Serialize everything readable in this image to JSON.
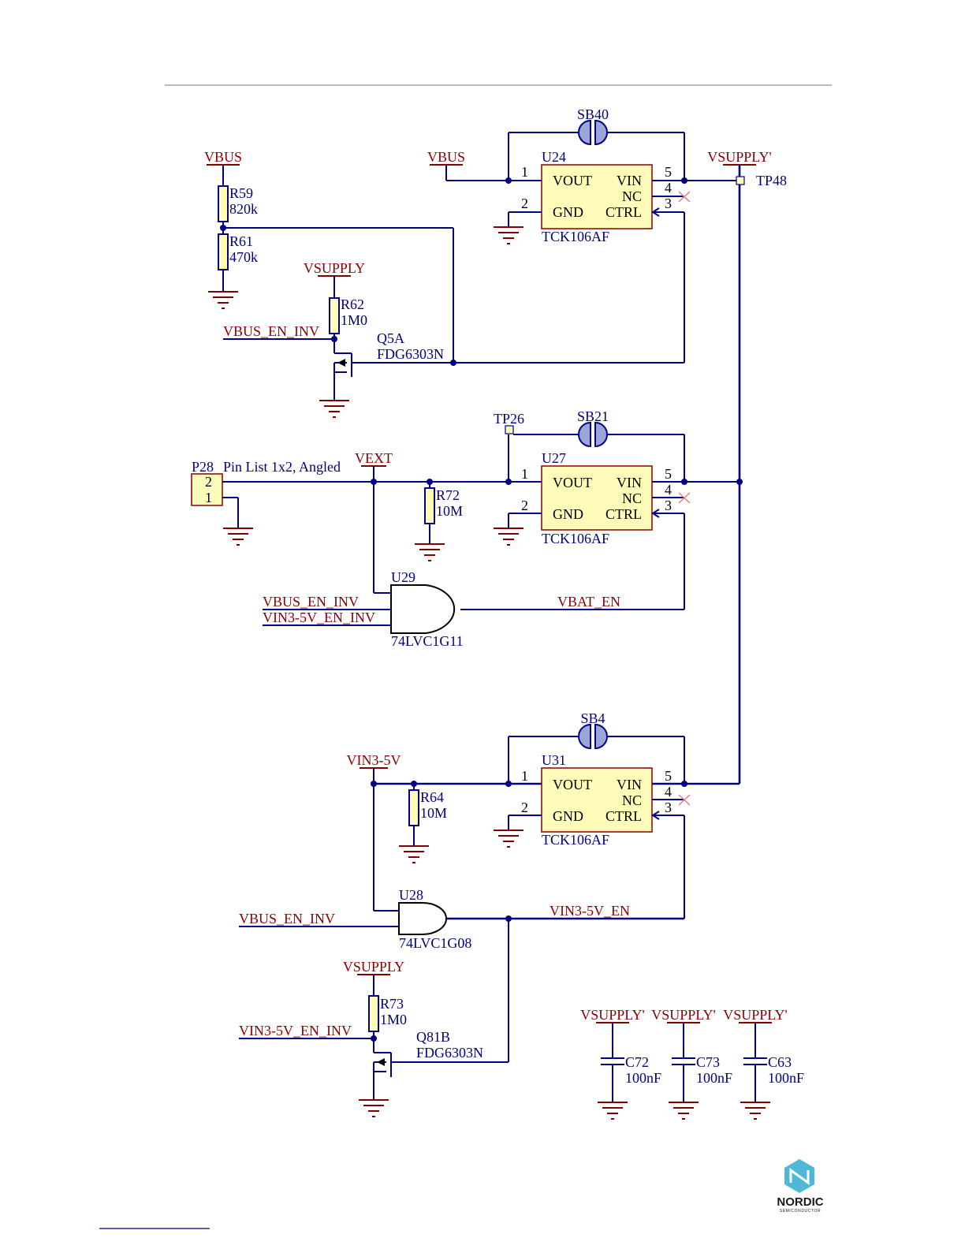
{
  "nets": {
    "vbus_1": "VBUS",
    "vbus_2": "VBUS",
    "vsupply_1": "VSUPPLY",
    "vsupply_2": "VSUPPLY",
    "vsupply_p_top": "VSUPPLY'",
    "vsupply_p_c72": "VSUPPLY'",
    "vsupply_p_c73": "VSUPPLY'",
    "vsupply_p_c63": "VSUPPLY'",
    "vext": "VEXT",
    "vin35": "VIN3-5V",
    "vbus_en_inv_1": "VBUS_EN_INV",
    "vbus_en_inv_2": "VBUS_EN_INV",
    "vbus_en_inv_3": "VBUS_EN_INV",
    "vin35_en_inv_1": "VIN3-5V_EN_INV",
    "vin35_en_inv_2": "VIN3-5V_EN_INV",
    "vbat_en": "VBAT_EN",
    "vin35_en": "VIN3-5V_EN"
  },
  "regulators": [
    {
      "ref": "U24",
      "part": "TCK106AF",
      "pin_vout": "VOUT",
      "pin_vin": "VIN",
      "pin_nc": "NC",
      "pin_gnd": "GND",
      "pin_ctrl": "CTRL",
      "n1": "1",
      "n2": "2",
      "n3": "3",
      "n4": "4",
      "n5": "5"
    },
    {
      "ref": "U27",
      "part": "TCK106AF",
      "pin_vout": "VOUT",
      "pin_vin": "VIN",
      "pin_nc": "NC",
      "pin_gnd": "GND",
      "pin_ctrl": "CTRL",
      "n1": "1",
      "n2": "2",
      "n3": "3",
      "n4": "4",
      "n5": "5"
    },
    {
      "ref": "U31",
      "part": "TCK106AF",
      "pin_vout": "VOUT",
      "pin_vin": "VIN",
      "pin_nc": "NC",
      "pin_gnd": "GND",
      "pin_ctrl": "CTRL",
      "n1": "1",
      "n2": "2",
      "n3": "3",
      "n4": "4",
      "n5": "5"
    }
  ],
  "jumpers": {
    "sb40": "SB40",
    "sb21": "SB21",
    "sb4": "SB4"
  },
  "testpoints": {
    "tp48": "TP48",
    "tp26": "TP26"
  },
  "resistors": {
    "r59": {
      "ref": "R59",
      "value": "820k"
    },
    "r61": {
      "ref": "R61",
      "value": "470k"
    },
    "r62": {
      "ref": "R62",
      "value": "1M0"
    },
    "r72": {
      "ref": "R72",
      "value": "10M"
    },
    "r64": {
      "ref": "R64",
      "value": "10M"
    },
    "r73": {
      "ref": "R73",
      "value": "1M0"
    }
  },
  "transistors": {
    "q5a": {
      "ref": "Q5A",
      "part": "FDG6303N"
    },
    "q81b": {
      "ref": "Q81B",
      "part": "FDG6303N"
    }
  },
  "gates": {
    "u29": {
      "ref": "U29",
      "part": "74LVC1G11"
    },
    "u28": {
      "ref": "U28",
      "part": "74LVC1G08"
    }
  },
  "connector": {
    "ref": "P28",
    "desc": "Pin List 1x2, Angled",
    "pin2": "2",
    "pin1": "1"
  },
  "capacitors": {
    "c72": {
      "ref": "C72",
      "value": "100nF"
    },
    "c73": {
      "ref": "C73",
      "value": "100nF"
    },
    "c63": {
      "ref": "C63",
      "value": "100nF"
    }
  },
  "logo": {
    "name": "NORDIC",
    "sub": "SEMICONDUCTOR"
  },
  "colors": {
    "wire": "#000080",
    "net_label": "#8b0000",
    "component_fill": "#fffbb8"
  }
}
